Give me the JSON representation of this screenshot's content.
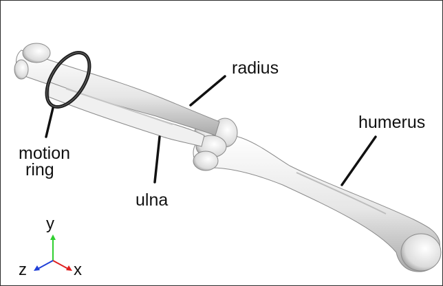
{
  "labels": {
    "radius": "radius",
    "humerus": "humerus",
    "motion_ring_line1": "motion",
    "motion_ring_line2": "ring",
    "ulna": "ulna"
  },
  "axes": {
    "y": "y",
    "z": "z",
    "x": "x"
  },
  "colors": {
    "bone": "#eeeeee",
    "bone_shadow": "#9c9c9c",
    "ring": "#1c1c1c",
    "axis_y": "#2fcf2f",
    "axis_x": "#e02020",
    "axis_z": "#2040d8",
    "leader": "#111111"
  }
}
